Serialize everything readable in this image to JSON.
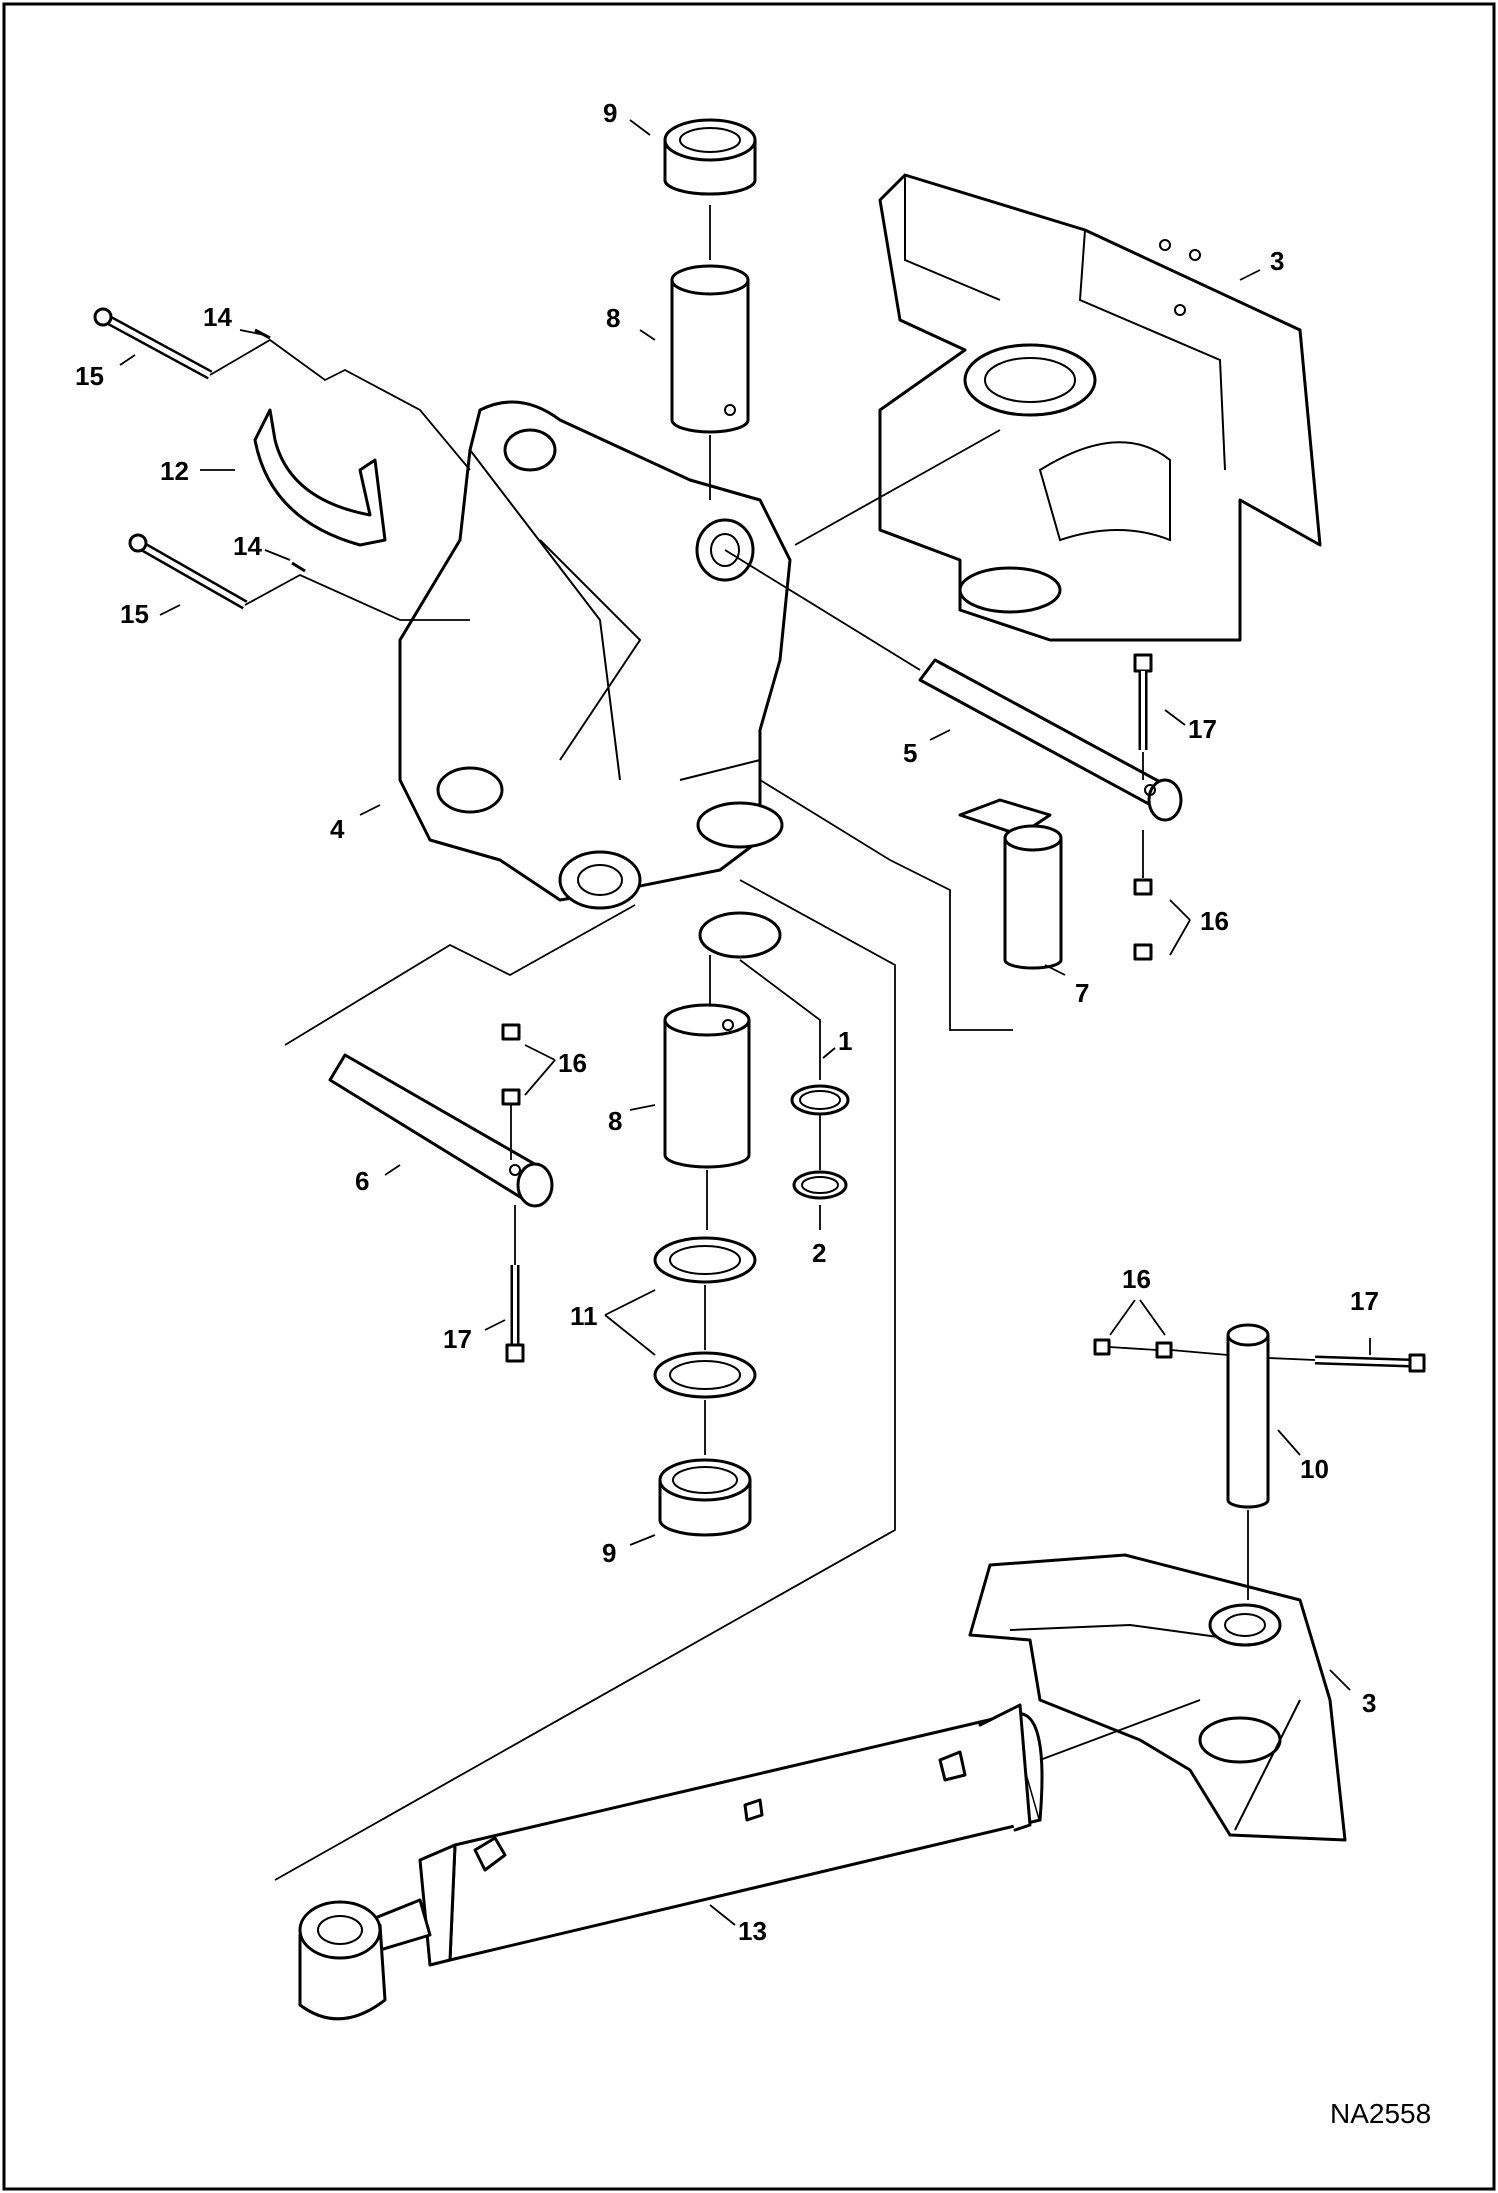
{
  "figure_id": "NA2558",
  "callouts": {
    "c1": "1",
    "c2": "2",
    "c3a": "3",
    "c3b": "3",
    "c4": "4",
    "c5": "5",
    "c6": "6",
    "c7": "7",
    "c8a": "8",
    "c8b": "8",
    "c9a": "9",
    "c9b": "9",
    "c10": "10",
    "c11": "11",
    "c12": "12",
    "c13": "13",
    "c14a": "14",
    "c14b": "14",
    "c15a": "15",
    "c15b": "15",
    "c16a": "16",
    "c16b": "16",
    "c16c": "16",
    "c17a": "17",
    "c17b": "17",
    "c17c": "17"
  }
}
